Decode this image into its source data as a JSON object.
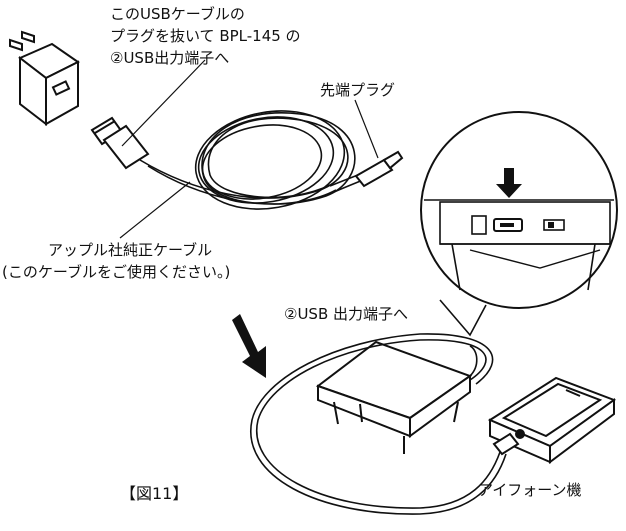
{
  "labels": {
    "usb_instruction_line1": "このUSBケーブルの",
    "usb_instruction_line2": "プラグを抜いて BPL-145 の",
    "usb_instruction_line3": "②USB出力端子へ",
    "tip_plug": "先端プラグ",
    "apple_cable": "アップル社純正ケーブル",
    "apple_cable_note": "(このケーブルをご使用ください。)",
    "usb_output_port": "②USB 出力端子へ",
    "figure_number": "【図11】",
    "iphone": "アイフォーン機"
  }
}
